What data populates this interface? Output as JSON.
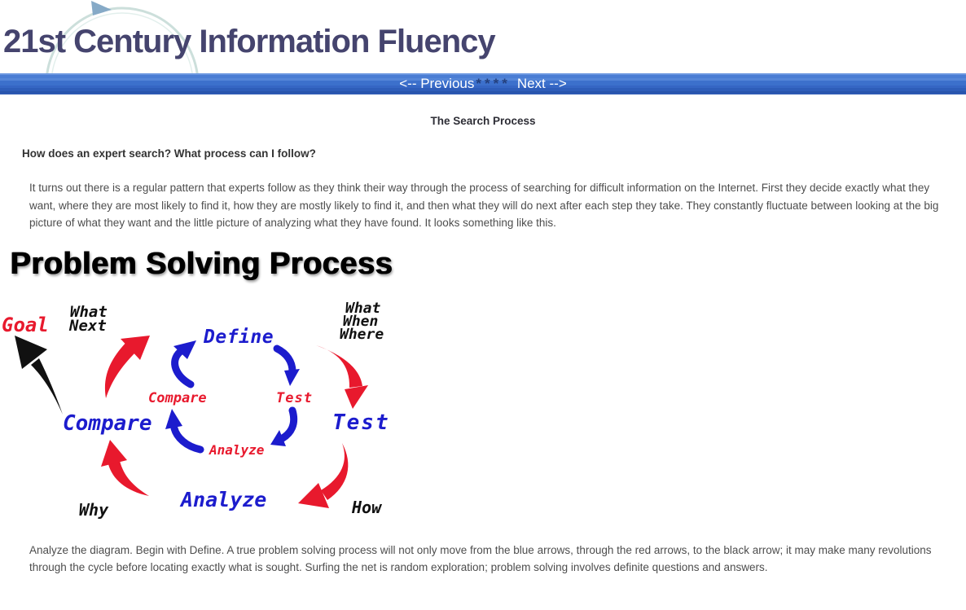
{
  "header": {
    "title": "21st Century Information Fluency"
  },
  "nav": {
    "previous_label": "<-- Previous",
    "separator": "****",
    "next_label": "Next -->"
  },
  "content": {
    "heading": "The Search Process",
    "question": "How does an expert search? What process can I follow?",
    "intro": "It turns out there is a regular pattern that experts follow as they think their way through the process of searching for difficult information on the Internet. First they decide exactly what they want, where they are most likely to find it, how they are mostly likely to find it, and then what they will do next after each step they take. They constantly fluctuate between looking at the big picture of what they want and the little picture of analyzing what they have found. It looks something like this.",
    "closing": "Analyze the diagram. Begin with Define. A true problem solving process will not only move from the blue arrows, through the red arrows, to the black arrow; it may make many revolutions through the cycle before locating exactly what is sought. Surfing the net is random exploration; problem solving involves definite questions and answers."
  },
  "diagram": {
    "title": "Problem Solving Process",
    "goal": "Goal",
    "top_left": [
      "What",
      "Next"
    ],
    "top_right": [
      "What",
      "When",
      "Where"
    ],
    "bottom_left": "Why",
    "bottom_right": "How",
    "outer": {
      "define": "Define",
      "test": "Test",
      "analyze": "Analyze",
      "compare": "Compare"
    },
    "inner": {
      "compare": "Compare",
      "test": "Test",
      "analyze": "Analyze"
    }
  },
  "colors": {
    "red": "#e8192d",
    "blue": "#1c1ccd",
    "ink": "#111111",
    "navy": "#45446e",
    "arc": "#ccdfdb",
    "text": "#4d4d4d",
    "separator": "#24407e"
  }
}
